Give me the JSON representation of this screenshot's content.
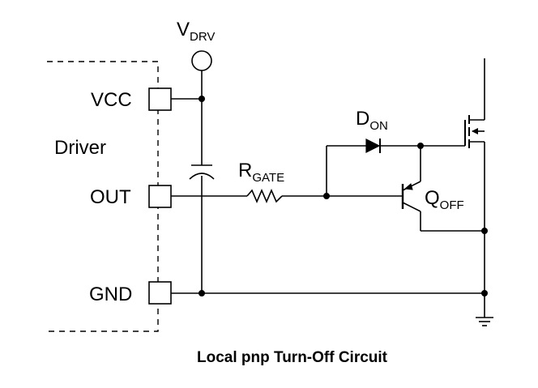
{
  "supply": {
    "main": "V",
    "sub": "DRV"
  },
  "driver": {
    "label": "Driver",
    "pins": {
      "vcc": "VCC",
      "out": "OUT",
      "gnd": "GND"
    }
  },
  "resistor": {
    "main": "R",
    "sub": "GATE"
  },
  "diode": {
    "main": "D",
    "sub": "ON"
  },
  "transistor": {
    "main": "Q",
    "sub": "OFF"
  },
  "caption": "Local pnp Turn-Off Circuit"
}
